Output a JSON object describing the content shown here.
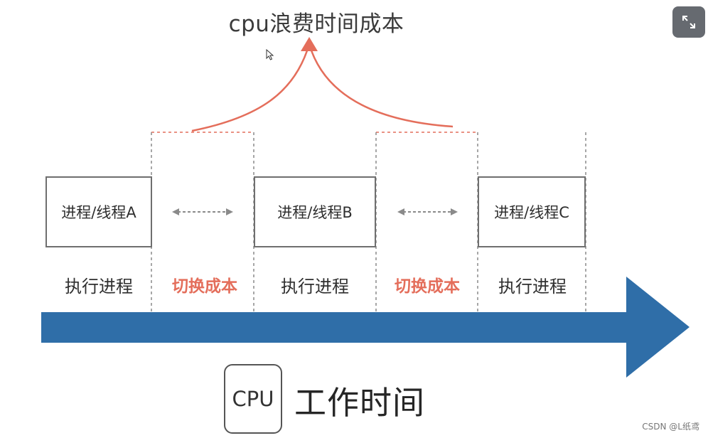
{
  "title": "cpu浪费时间成本",
  "processes": [
    {
      "label": "进程/线程A"
    },
    {
      "label": "进程/线程B"
    },
    {
      "label": "进程/线程C"
    }
  ],
  "phases": [
    {
      "label": "执行进程",
      "type": "execute"
    },
    {
      "label": "切换成本",
      "type": "switch"
    },
    {
      "label": "执行进程",
      "type": "execute"
    },
    {
      "label": "切换成本",
      "type": "switch"
    },
    {
      "label": "执行进程",
      "type": "execute"
    }
  ],
  "timeline": {
    "cpu_label": "CPU",
    "work_label": "工作时间"
  },
  "watermark": "CSDN @L纸鸢",
  "controls": {
    "expand_icon": "expand-icon"
  },
  "colors": {
    "accent_red": "#e46e5b",
    "arrow_blue": "#2f6ea8",
    "box_border": "#6f6f6f"
  }
}
